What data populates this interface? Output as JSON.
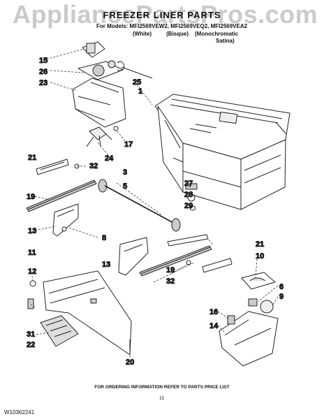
{
  "watermark": "AppliancePartsPros.com",
  "title": "FREEZER LINER PARTS",
  "models_line": "For Models: MFI2569VEW2, MFI2569VEQ2, MFI2569VEA2",
  "color_white": "(White)",
  "color_bisque": "(Bisque)",
  "color_mono": "(Monochromatic",
  "color_mono2": "Satina)",
  "footer": "FOR ORDERING INFORMATION REFER TO PARTS PRICE LIST",
  "page_number": "11",
  "doc_number": "W10362241",
  "callouts": [
    {
      "id": "c15",
      "label": "15"
    },
    {
      "id": "c26",
      "label": "26"
    },
    {
      "id": "c23",
      "label": "23"
    },
    {
      "id": "c25",
      "label": "25"
    },
    {
      "id": "c1",
      "label": "1"
    },
    {
      "id": "c17",
      "label": "17"
    },
    {
      "id": "c24",
      "label": "24"
    },
    {
      "id": "c21a",
      "label": "21"
    },
    {
      "id": "c32a",
      "label": "32"
    },
    {
      "id": "c3",
      "label": "3"
    },
    {
      "id": "c5",
      "label": "5"
    },
    {
      "id": "c19a",
      "label": "19"
    },
    {
      "id": "c27",
      "label": "27"
    },
    {
      "id": "c28",
      "label": "28"
    },
    {
      "id": "c29",
      "label": "29"
    },
    {
      "id": "c13a",
      "label": "13"
    },
    {
      "id": "c8",
      "label": "8"
    },
    {
      "id": "c21b",
      "label": "21"
    },
    {
      "id": "c10",
      "label": "10"
    },
    {
      "id": "c11",
      "label": "11"
    },
    {
      "id": "c13b",
      "label": "13"
    },
    {
      "id": "c19b",
      "label": "19"
    },
    {
      "id": "c32b",
      "label": "32"
    },
    {
      "id": "c12",
      "label": "12"
    },
    {
      "id": "c6",
      "label": "6"
    },
    {
      "id": "c9",
      "label": "9"
    },
    {
      "id": "c16",
      "label": "16"
    },
    {
      "id": "c14",
      "label": "14"
    },
    {
      "id": "c31",
      "label": "31"
    },
    {
      "id": "c22",
      "label": "22"
    },
    {
      "id": "c20",
      "label": "20"
    }
  ]
}
